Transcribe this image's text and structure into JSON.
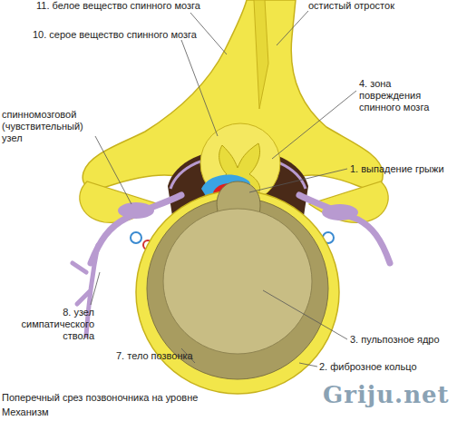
{
  "diagram": {
    "labels": [
      "11. белое вещество спинного мозга",
      "остистый отросток",
      "10. серое вещество спинного мозга",
      "4. зона повреждения спинного мозга",
      "спинномозговой (чувствительный) узел",
      "1. выпадение грыжи",
      "8. узел симпатического ствола",
      "3. пульпозное ядро",
      "7. тело позвонка",
      "2. фиброзное кольцо",
      "Griju.net",
      "Поперечный срез позвоночника на уровне",
      "Механизм"
    ]
  }
}
